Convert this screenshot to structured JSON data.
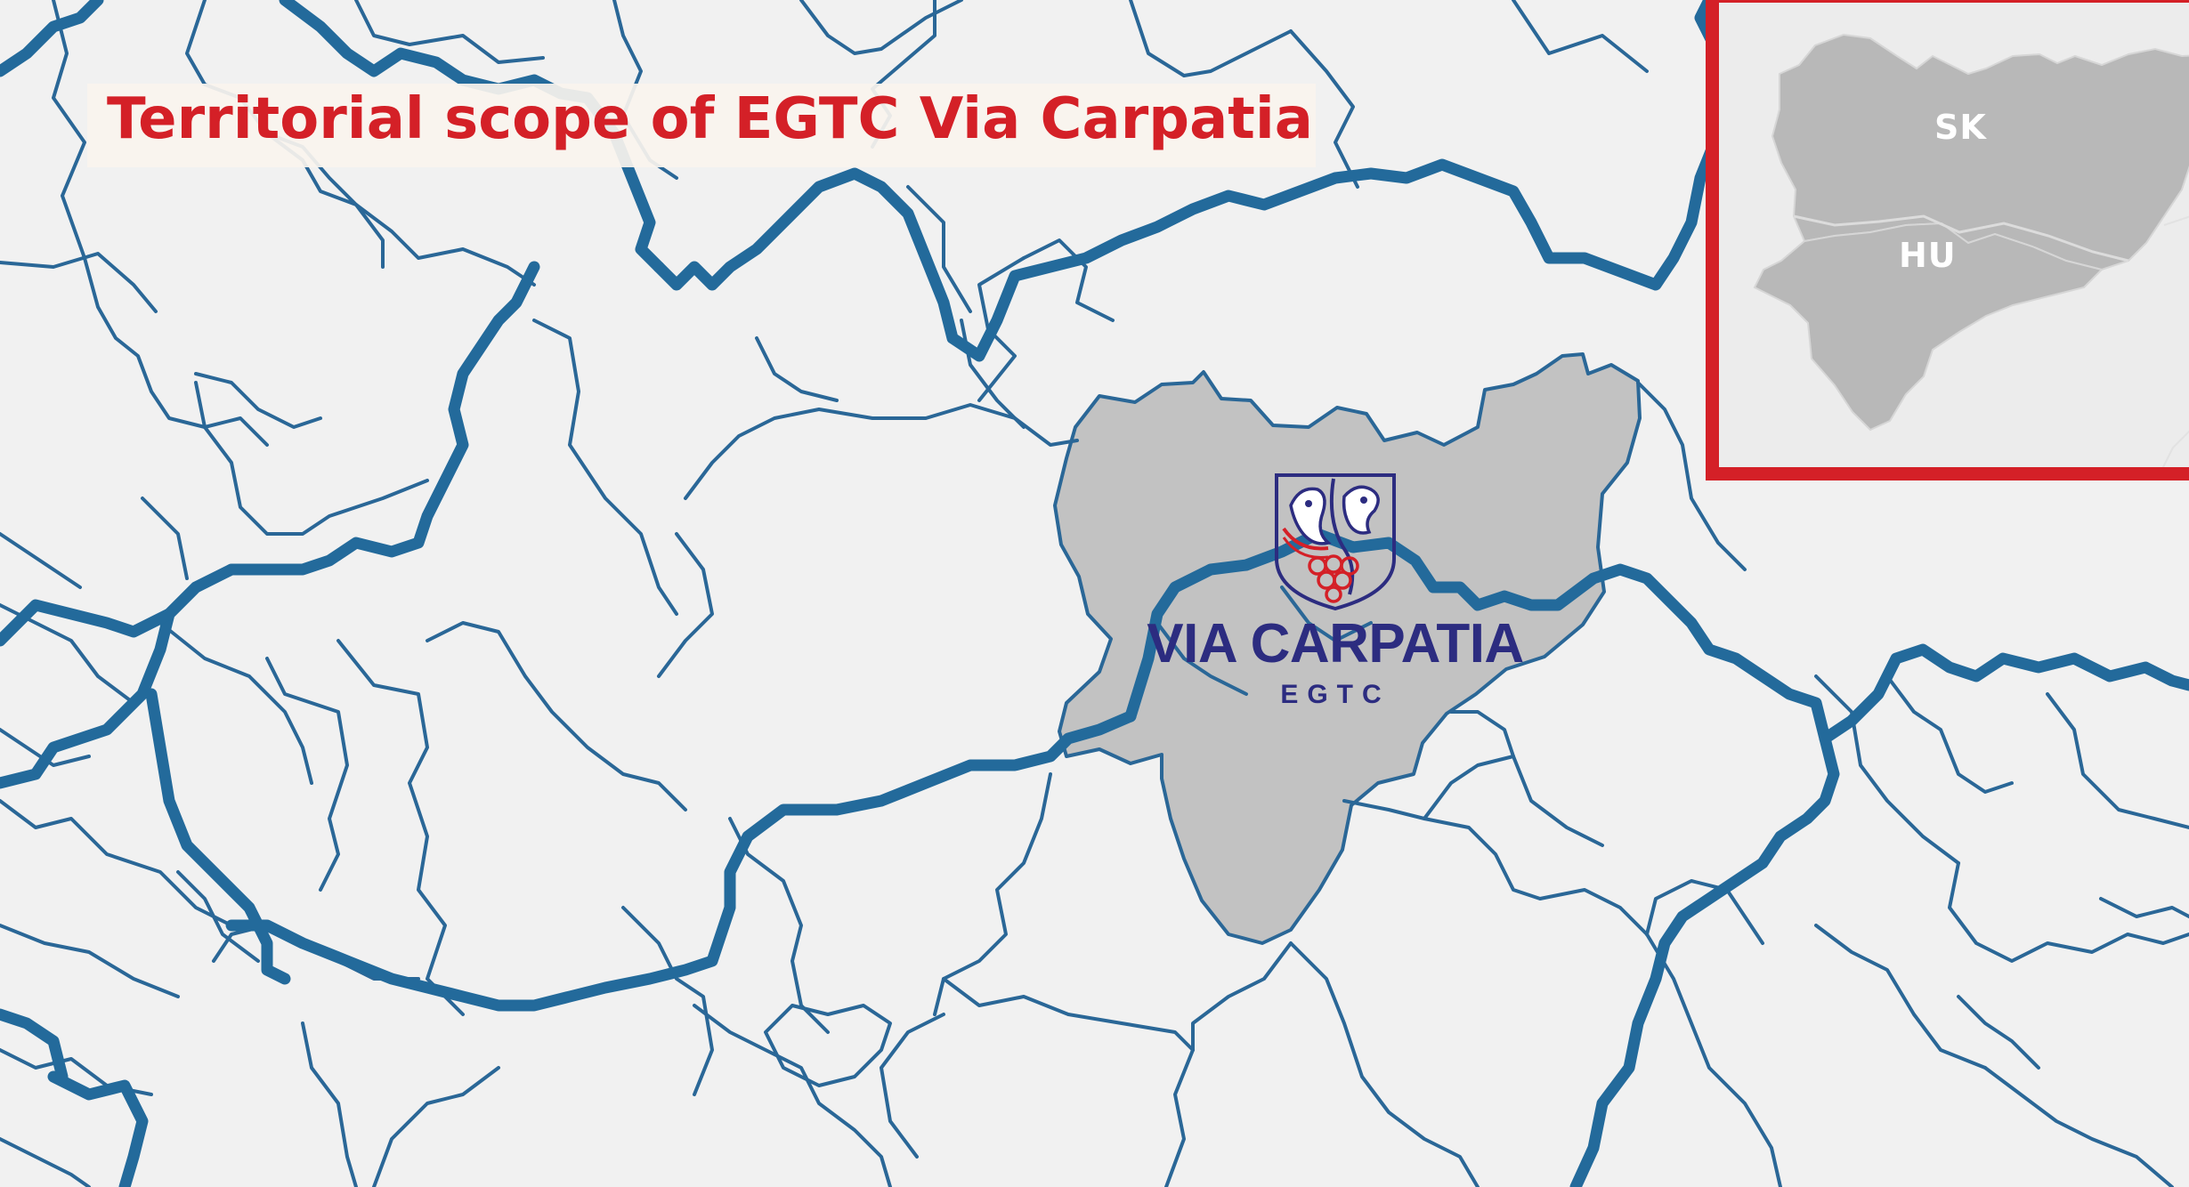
{
  "map": {
    "title": "Territorial scope of EGTC Via Carpatia",
    "colors": {
      "title_text": "#d42027",
      "border_line": "#236a9b",
      "highlight_region": "#c2c2c2",
      "land": "#f1f1f1",
      "inset_frame": "#d42027",
      "logo_text": "#2c2c80",
      "logo_accent": "#d42027"
    }
  },
  "inset": {
    "labels": {
      "sk": "SK",
      "hu": "HU"
    },
    "colors": {
      "region": "#b8b8b8",
      "border": "#d6d6d6"
    }
  },
  "logo": {
    "name": "VIA CARPATIA",
    "subtitle": "EGTC",
    "emblem_icon": "coat-of-arms-icon"
  }
}
